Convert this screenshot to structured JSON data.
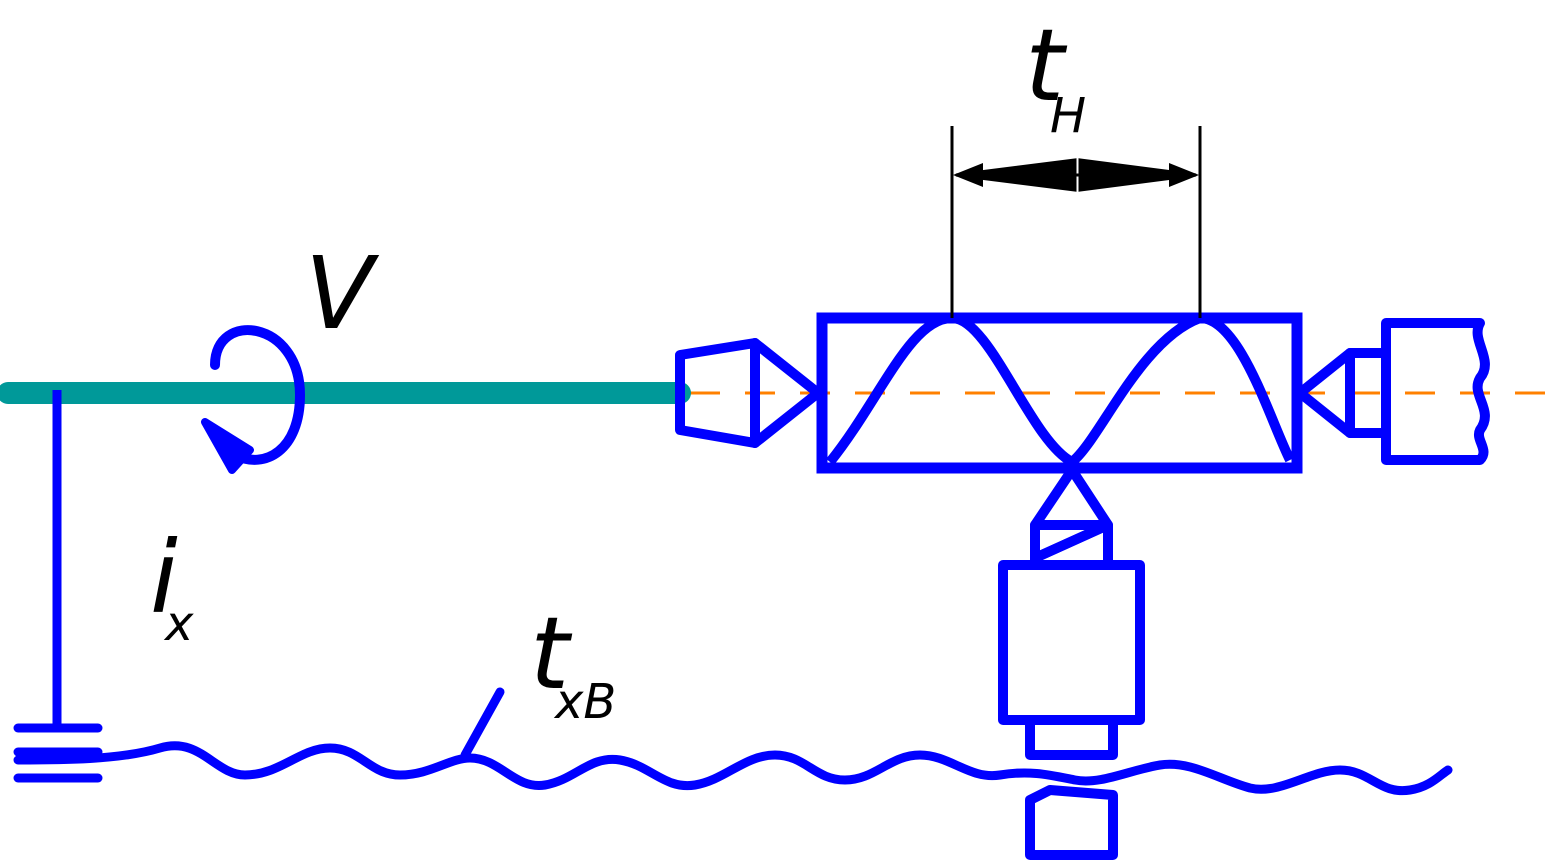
{
  "labels": {
    "lead": {
      "main": "t",
      "sub": "H"
    },
    "speed": {
      "main": "V"
    },
    "ratio": {
      "main": "i",
      "sub": "x"
    },
    "travel": {
      "main": "t",
      "sub": "xB"
    }
  },
  "colors": {
    "mechanism": "#0000ff",
    "shaft": "#009999",
    "axis": "#ff8000",
    "dimension": "#000000"
  }
}
